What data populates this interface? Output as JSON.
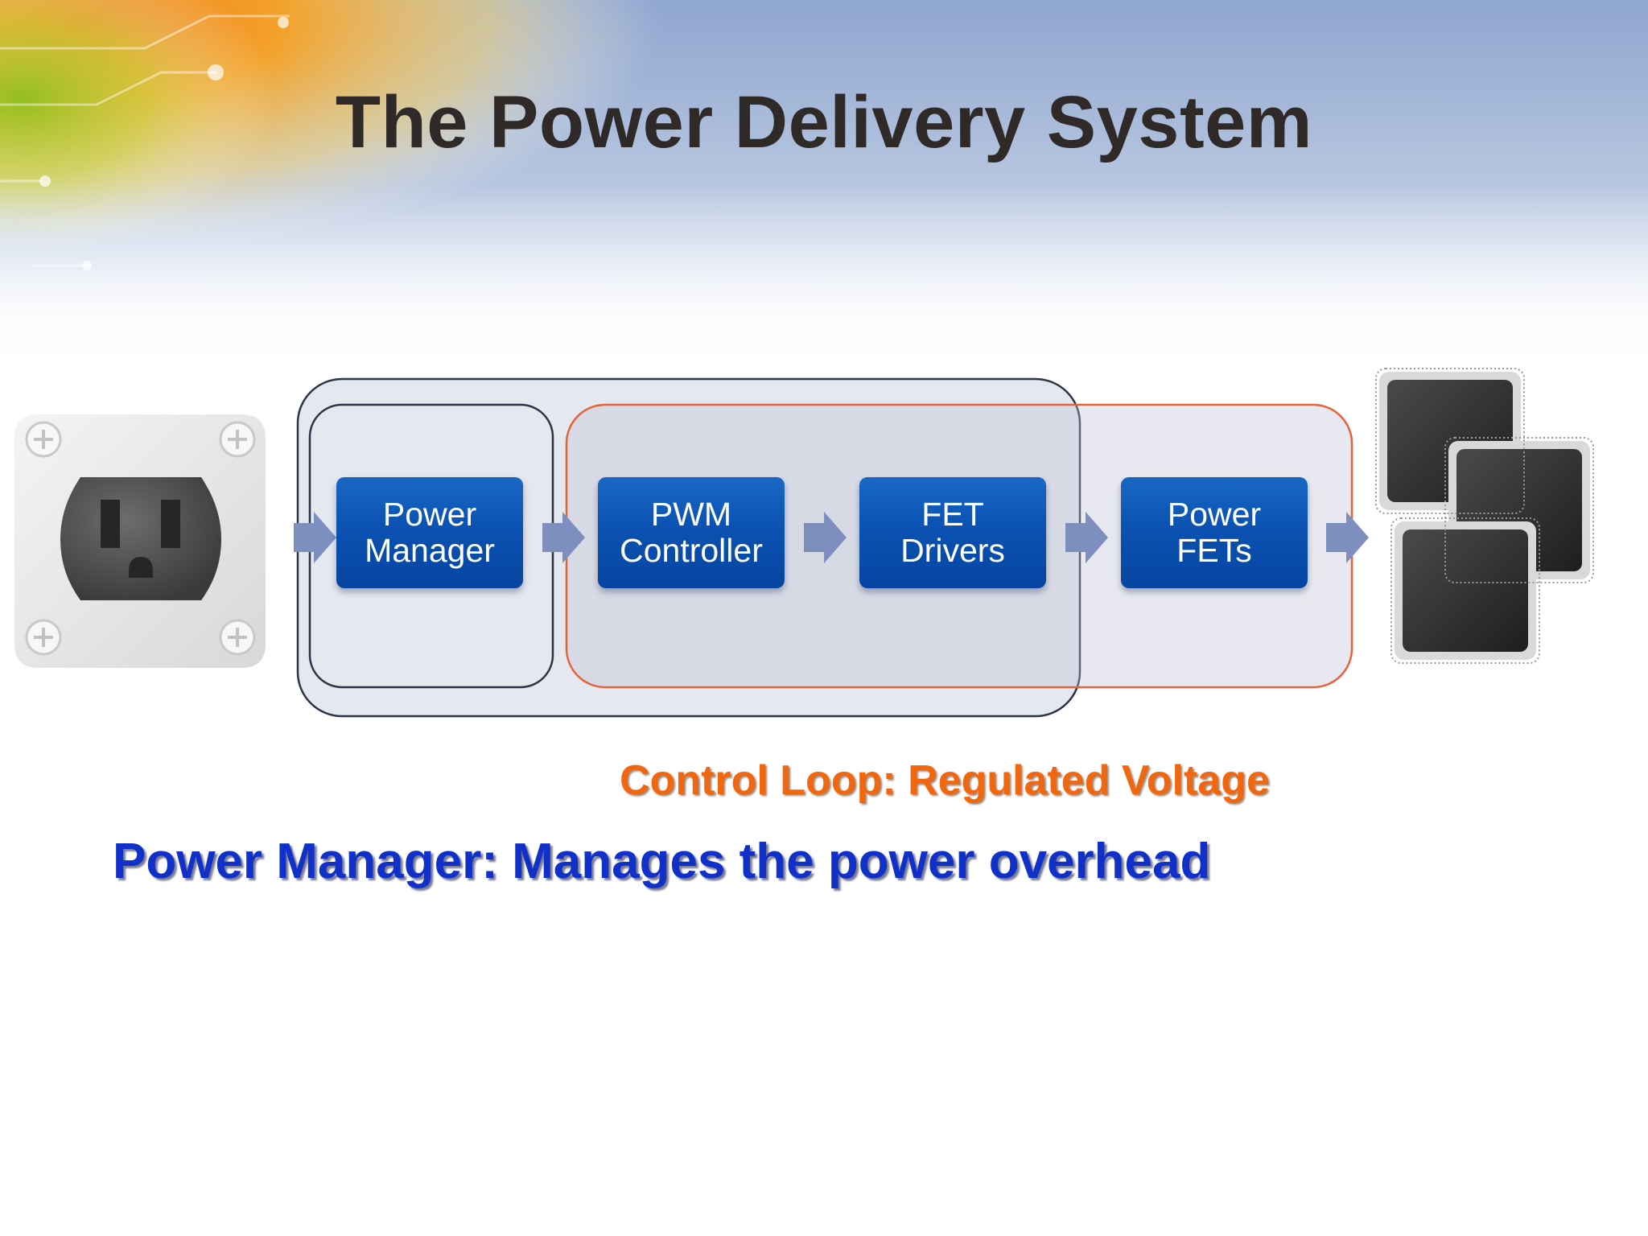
{
  "slide": {
    "title": "The Power Delivery System"
  },
  "diagram": {
    "blocks": [
      {
        "line1": "Power",
        "line2": "Manager"
      },
      {
        "line1": "PWM",
        "line2": "Controller"
      },
      {
        "line1": "FET",
        "line2": "Drivers"
      },
      {
        "line1": "Power",
        "line2": "FETs"
      }
    ],
    "source_icon": "power-outlet-icon",
    "load_icon": "processor-chips-icon"
  },
  "captions": {
    "control_loop": "Control Loop: Regulated Voltage",
    "power_manager": "Power Manager: Manages the power overhead"
  },
  "colors": {
    "block_blue": "#0b52b2",
    "control_loop_orange": "#f0670f",
    "power_manager_blue": "#1030c8",
    "title_dark": "#2f2a28"
  }
}
